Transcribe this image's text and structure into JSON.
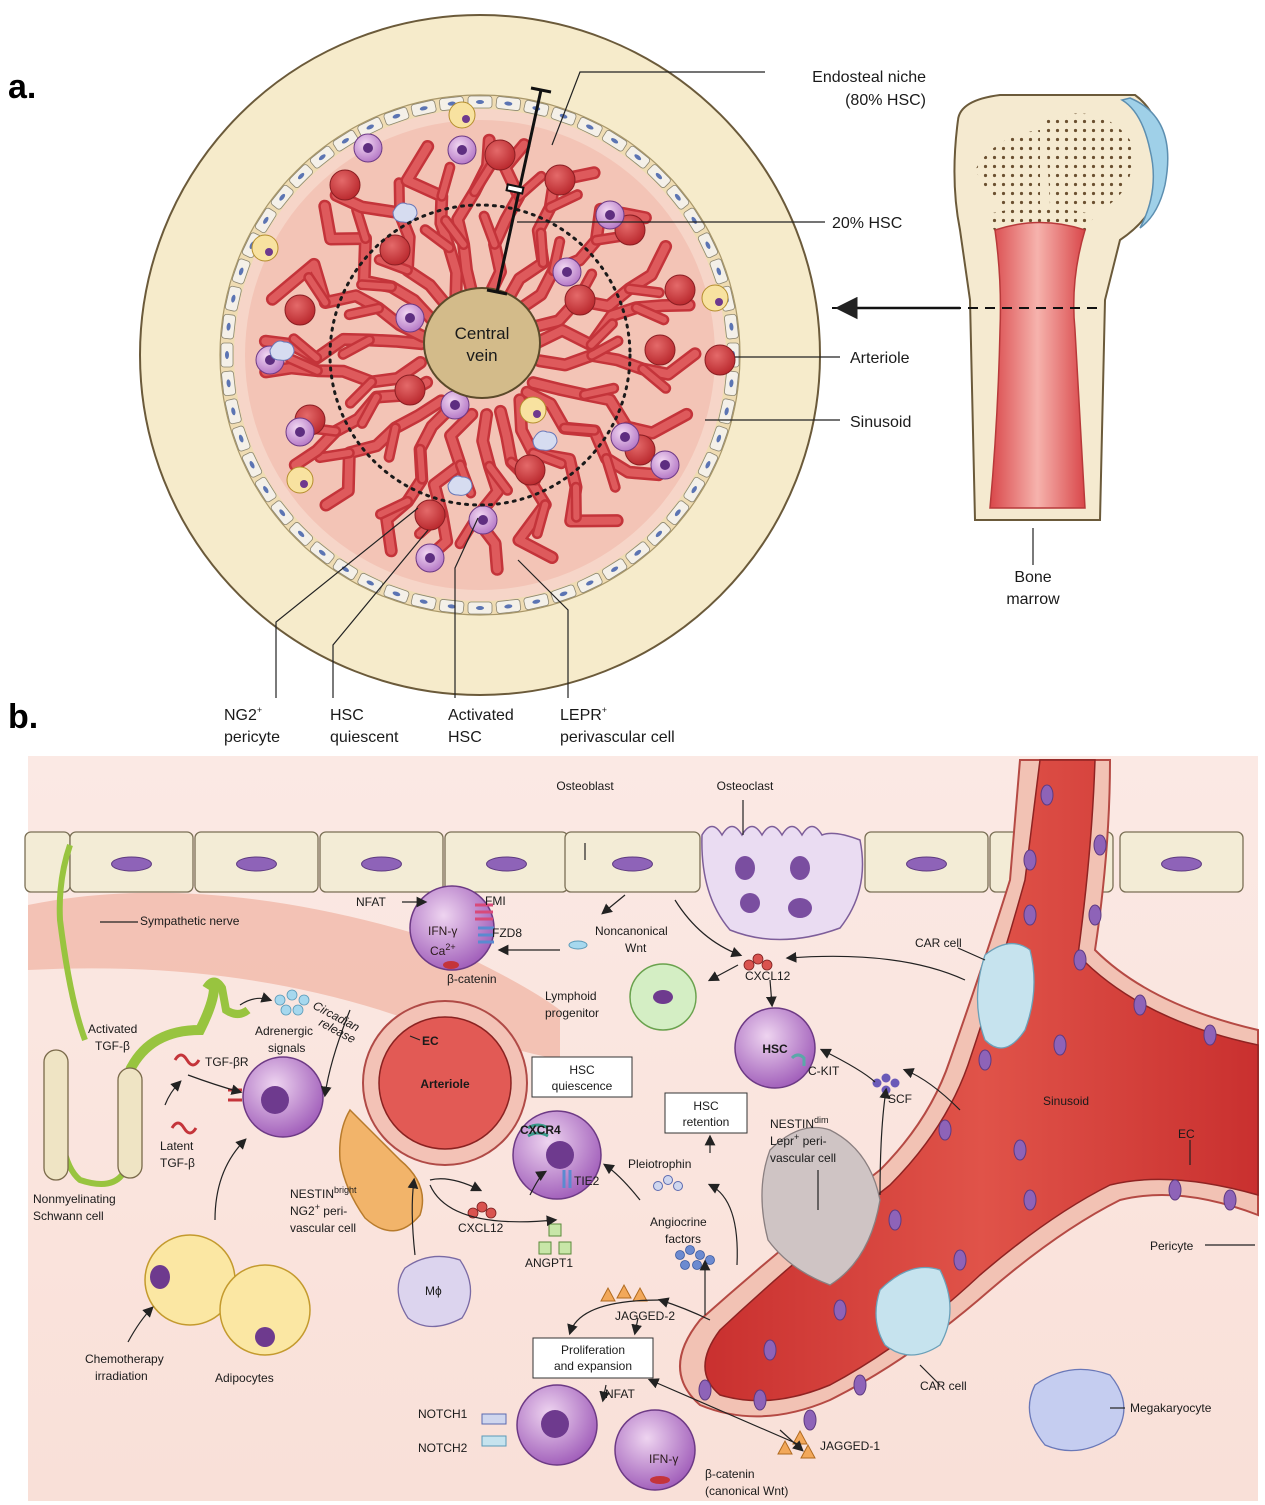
{
  "panel_a": {
    "letter": "a.",
    "central_vein": [
      "Central",
      "vein"
    ],
    "endosteal_niche": [
      "Endosteal niche",
      "(80% HSC)"
    ],
    "hsc_20": "20% HSC",
    "arteriole": "Arteriole",
    "sinusoid": "Sinusoid",
    "bone_marrow": [
      "Bone",
      "marrow"
    ],
    "ng2": [
      "NG2",
      "+",
      "pericyte"
    ],
    "hsc_quiescent": [
      "HSC",
      "quiescent"
    ],
    "activated_hsc": [
      "Activated",
      "HSC"
    ],
    "lepr": [
      "LEPR",
      "+",
      "perivascular cell"
    ]
  },
  "panel_b": {
    "letter": "b.",
    "osteoblast": "Osteoblast",
    "osteoclast": "Osteoclast",
    "sympathetic_nerve": "Sympathetic nerve",
    "nfat_top": "NFAT",
    "fmi": "FMI",
    "ifn_top": "IFN-γ",
    "fzd8": "FZD8",
    "ca": "Ca",
    "ca_sup": "2+",
    "beta_catenin_top": "β-catenin",
    "noncanonical_wnt": [
      "Noncanonical",
      "Wnt"
    ],
    "cxcl12_top": "CXCL12",
    "car_cell_top": "CAR cell",
    "lymphoid_progenitor": [
      "Lymphoid",
      "progenitor"
    ],
    "circadian_release": [
      "Circadian",
      "release"
    ],
    "adrenergic_signals": [
      "Adrenergic",
      "signals"
    ],
    "activated_tgf": [
      "Activated",
      "TGF-β"
    ],
    "tgf_br": "TGF-βR",
    "latent_tgf": [
      "Latent",
      "TGF-β"
    ],
    "ec_arteriole": "EC",
    "arteriole": "Arteriole",
    "hsc_quiescence": [
      "HSC",
      "quiescence"
    ],
    "hsc_center": "HSC",
    "c_kit": "C-KIT",
    "scf": "SCF",
    "hsc_retention": [
      "HSC",
      "retention"
    ],
    "nestin_dim": [
      "NESTIN",
      "dim",
      "Lepr",
      "+",
      " peri-",
      "vascular cell"
    ],
    "sinusoid": "Sinusoid",
    "ec_right": "EC",
    "cxcr4": "CXCR4",
    "tie2": "TIE2",
    "pleiotrophin": "Pleiotrophin",
    "nonmyelinating": [
      "Nonmyelinating",
      "Schwann cell"
    ],
    "nestin_bright": [
      "NESTIN",
      "bright",
      "NG2",
      "+",
      " peri-",
      "vascular cell"
    ],
    "cxcl12_mid": "CXCL12",
    "angpt1": "ANGPT1",
    "angiocrine": [
      "Angiocrine",
      "factors"
    ],
    "pericyte": "Pericyte",
    "mphi": "Mϕ",
    "jagged2": "JAGGED-2",
    "proliferation": [
      "Proliferation",
      "and expansion"
    ],
    "chemotherapy": [
      "Chemotherapy",
      "irradiation"
    ],
    "adipocytes": "Adipocytes",
    "car_cell_bottom": "CAR cell",
    "megakaryocyte": "Megakaryocyte",
    "notch1": "NOTCH1",
    "notch2": "NOTCH2",
    "nfat_bottom": "NFAT",
    "ifn_bottom": "IFN-γ",
    "jagged1": "JAGGED-1",
    "beta_catenin_bottom": [
      "β-catenin",
      "(canonical Wnt)"
    ]
  }
}
